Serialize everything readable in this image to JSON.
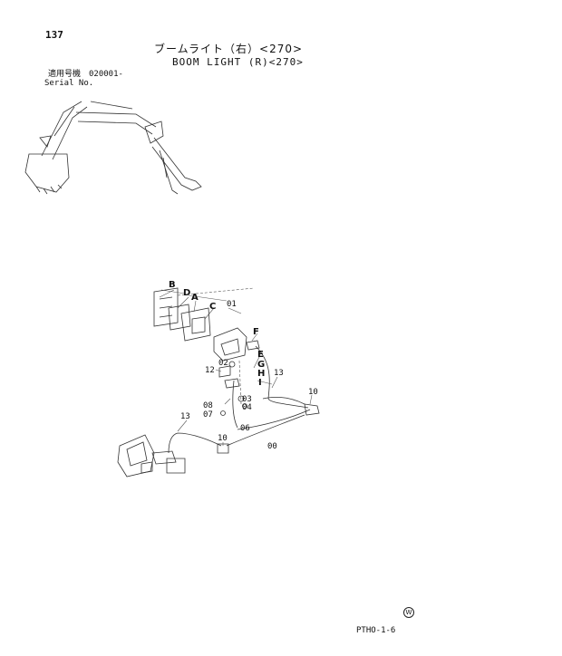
{
  "header": {
    "page_number": "137",
    "title_jp": "ブームライト（右）<270>",
    "title_en": "BOOM LIGHT (R)<270>",
    "serial_label_jp": "適用号機",
    "serial_value": "020001-",
    "serial_label_en": "Serial No."
  },
  "callouts": {
    "B": "B",
    "D": "D",
    "A": "A",
    "C": "C",
    "p01": "01",
    "F": "F",
    "E": "E",
    "G": "G",
    "H": "H",
    "I": "I",
    "p02": "02",
    "p12": "12",
    "p13a": "13",
    "p10a": "10",
    "p03": "03",
    "p04": "04",
    "p08": "08",
    "p07": "07",
    "p06": "06",
    "p13b": "13",
    "p10b": "10",
    "p00": "00"
  },
  "footer": {
    "logo": "W",
    "code": "PTHO-1-6"
  }
}
